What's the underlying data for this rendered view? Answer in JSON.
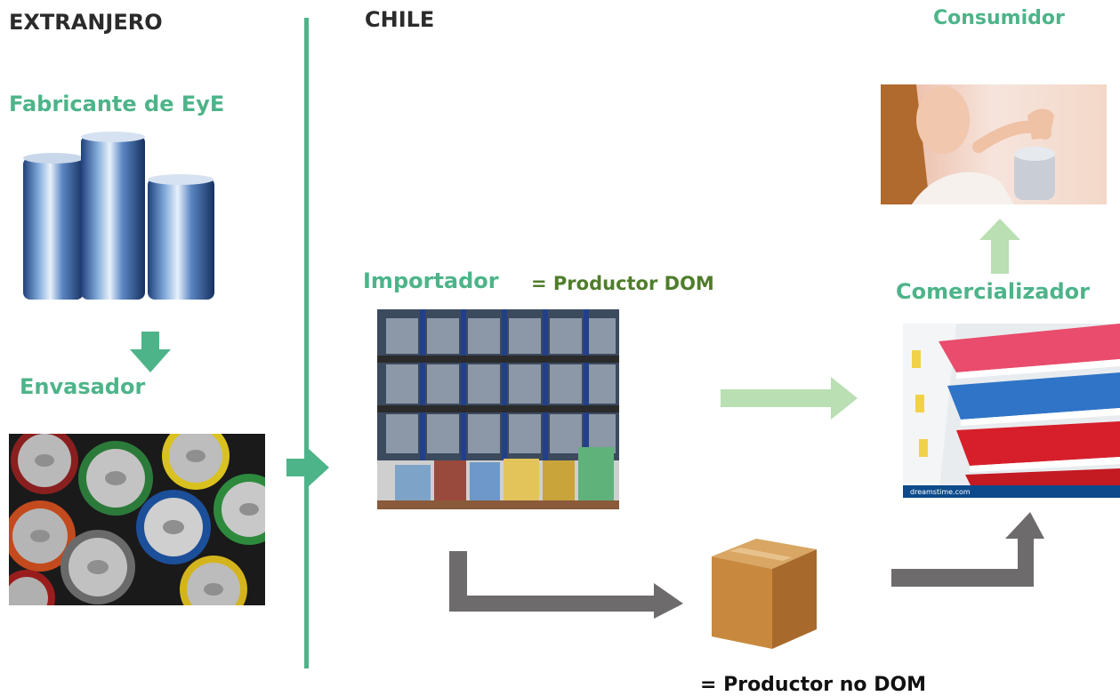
{
  "regions": {
    "left": "EXTRANJERO",
    "right": "CHILE"
  },
  "labels": {
    "fabricante": "Fabricante de EyE",
    "envasador": "Envasador",
    "importador": "Importador",
    "productor_dom": "= Productor DOM",
    "consumidor": "Consumidor",
    "comercializador": "Comercializador",
    "productor_no_dom": "= Productor no DOM"
  },
  "watermark": "dreamstime.com",
  "colors": {
    "green": "#4db489",
    "light_green": "#b9dfb2",
    "gray_arrow": "#6e6b6c",
    "olive_text": "#4f7d2b",
    "dark_text": "#2b2b2b"
  },
  "icons": [
    "cans-photo",
    "open-cans-photo",
    "warehouse-photo",
    "supermarket-photo",
    "consumer-photo",
    "cardboard-box"
  ]
}
